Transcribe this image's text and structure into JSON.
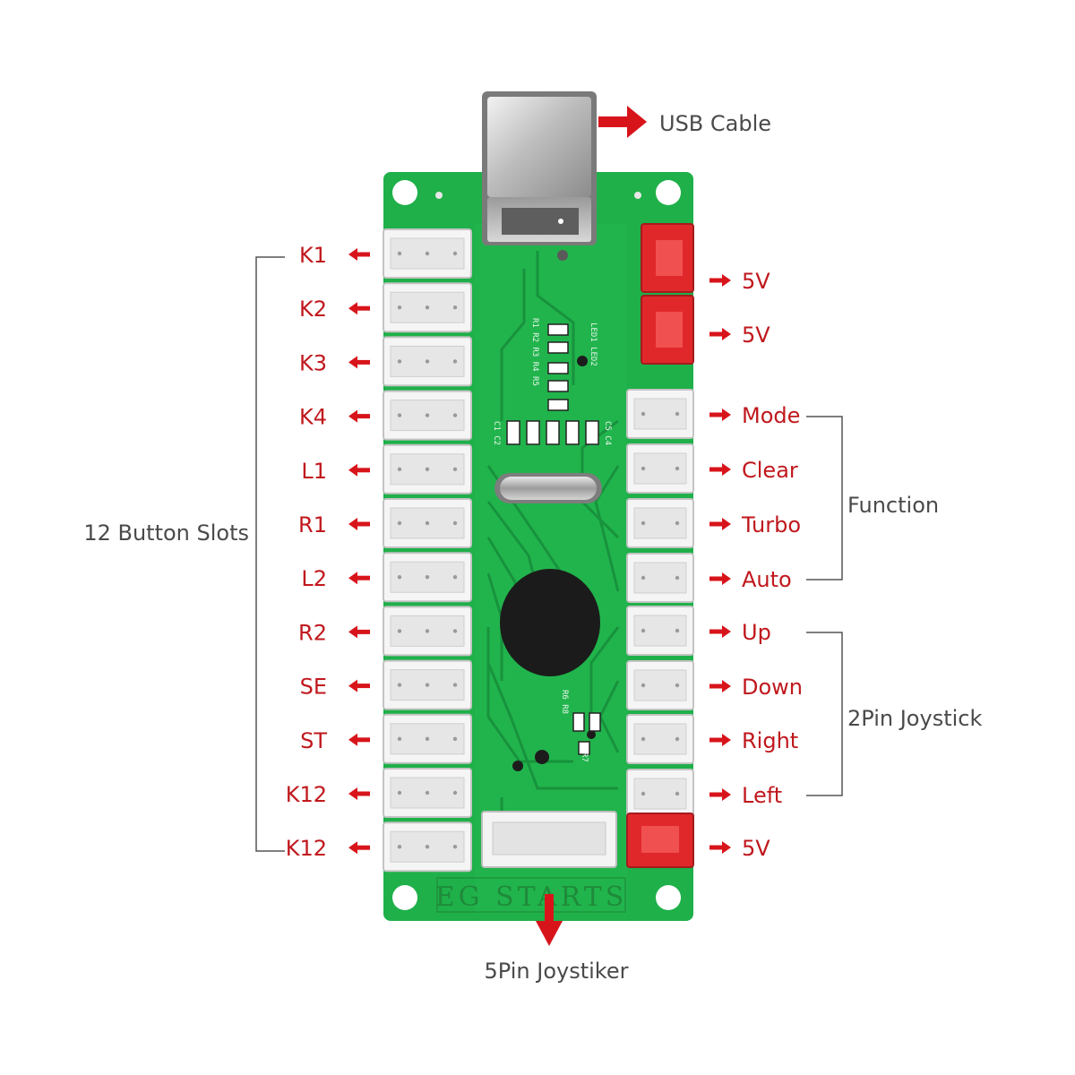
{
  "labels": {
    "usb_cable": "USB Cable",
    "button_slots": "12 Button Slots",
    "function": "Function",
    "two_pin_joystick": "2Pin Joystick",
    "five_pin_joystiker": "5Pin Joystiker",
    "board_brand": "EG STARTS"
  },
  "left_ports": [
    "K1",
    "K2",
    "K3",
    "K4",
    "L1",
    "R1",
    "L2",
    "R2",
    "SE",
    "ST",
    "K12",
    "K12"
  ],
  "right_top_power": [
    "5V",
    "5V"
  ],
  "right_ports": [
    "Mode",
    "Clear",
    "Turbo",
    "Auto",
    "Up",
    "Down",
    "Right",
    "Left"
  ],
  "right_bottom_power": "5V",
  "colors": {
    "board": "#1fb04a",
    "board_dark": "#178a3a",
    "label_red": "#c0181d",
    "arrow_red": "#d8141b",
    "red_connector": "#e0282b",
    "text_dark": "#4a4a4a"
  },
  "icons": {
    "arrow": "arrow-right-icon",
    "usb_connector": "usb-b-connector-icon"
  }
}
